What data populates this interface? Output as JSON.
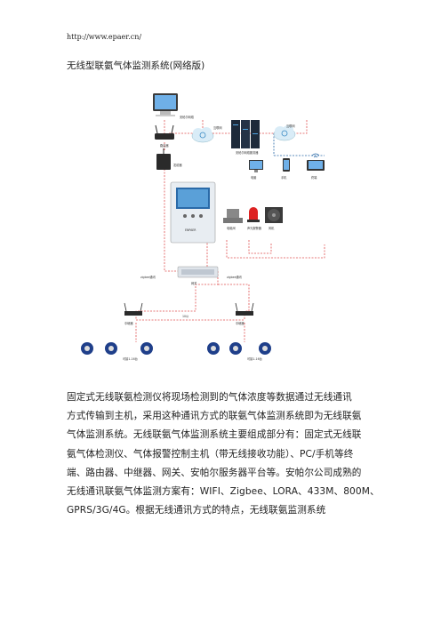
{
  "header": {
    "url": "http://www.epaer.cn/"
  },
  "document": {
    "title": "无线型联氨气体监测系统(网络版)"
  },
  "diagram": {
    "labels": {
      "pc": "安帕尔网络",
      "router": "路由器",
      "internet_left": "互联网",
      "server": "安帕尔网络服务器",
      "internet_right": "互联网",
      "transceiver": "发射器",
      "computer": "电脑",
      "phone": "手机",
      "tablet": "终端",
      "controller_panel": "ENPAER",
      "solenoid_valve": "电磁阀",
      "alarm": "声光报警器",
      "fan": "风机",
      "zigbee_left": "zigbee通讯",
      "zigbee_right": "zigbee通讯",
      "gateway": "网关",
      "repeater_left": "中继器",
      "repeater_right": "中继器",
      "distance": "10公",
      "detectors_left": "可接1-16台",
      "detectors_right": "可接1-16台"
    }
  },
  "paragraph": {
    "lines": [
      "固定式无线联氨检测仪将现场检测到的气体浓度等数据通过无线通讯",
      "方式传输到主机，采用这种通讯方式的联氨气体监测系统即为无线联氨",
      "气体监测系统。无线联氨气体监测系统主要组成部分有：固定式无线联",
      "氨气体检测仪、气体报警控制主机（带无线接收功能）、PC/手机等终",
      "端、路由器、中继器、网关、安帕尔服务器平台等。安帕尔公司成熟的",
      "无线通讯联氨气体监测方案有：WIFI、Zigbee、LORA、433M、800M、",
      "GPRS/3G/4G。根据无线通讯方式的特点，无线联氨监测系统"
    ]
  }
}
